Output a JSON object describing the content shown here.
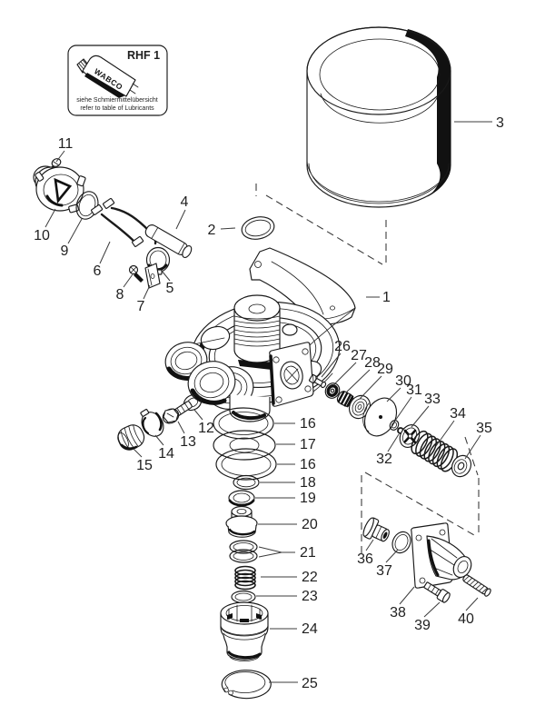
{
  "lubricant_note": {
    "code": "RHF 1",
    "tube_brand": "WABCO",
    "caption_de": "siehe Schmiermittelübersicht",
    "caption_en": "refer to table of Lubricants"
  },
  "callouts": {
    "p1": "1",
    "p2": "2",
    "p3": "3",
    "p4": "4",
    "p5": "5",
    "p6": "6",
    "p7": "7",
    "p8": "8",
    "p9": "9",
    "p10": "10",
    "p11": "11",
    "p12": "12",
    "p13": "13",
    "p14": "14",
    "p15": "15",
    "p16a": "16",
    "p17": "17",
    "p16b": "16",
    "p18": "18",
    "p19": "19",
    "p20": "20",
    "p21": "21",
    "p22": "22",
    "p23": "23",
    "p24": "24",
    "p25": "25",
    "p26": "26",
    "p27": "27",
    "p28": "28",
    "p29": "29",
    "p30": "30",
    "p31": "31",
    "p32": "32",
    "p33": "33",
    "p34": "34",
    "p35": "35",
    "p36": "36",
    "p37": "37",
    "p38": "38",
    "p39": "39",
    "p40": "40"
  },
  "colors": {
    "line": "#1a1a1a",
    "background": "#ffffff"
  }
}
